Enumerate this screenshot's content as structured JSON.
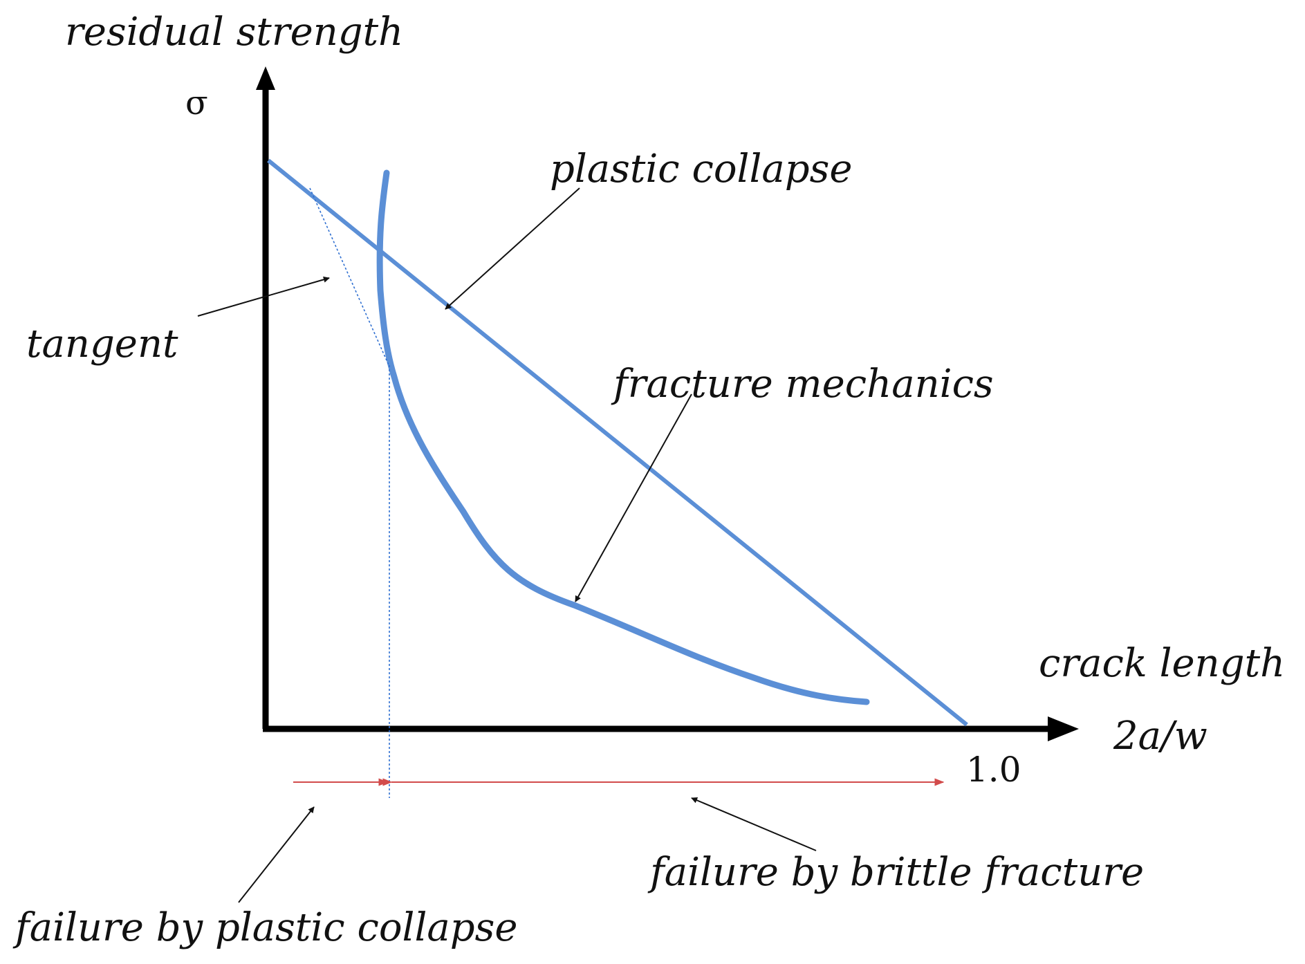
{
  "labels": {
    "y_axis_title": "residual strength",
    "y_axis_symbol": "σ",
    "x_axis_title": "crack length",
    "x_axis_symbol": "2a/w",
    "x_tick": "1.0",
    "plastic_collapse": "plastic collapse",
    "fracture_mechanics": "fracture mechanics",
    "tangent": "tangent",
    "failure_brittle": "failure by brittle fracture",
    "failure_plastic": "failure by plastic collapse"
  },
  "colors": {
    "curve": "#5b8fd6",
    "axis": "#000000",
    "range_arrow": "#d24b4b",
    "guide": "#2f6fd1"
  }
}
